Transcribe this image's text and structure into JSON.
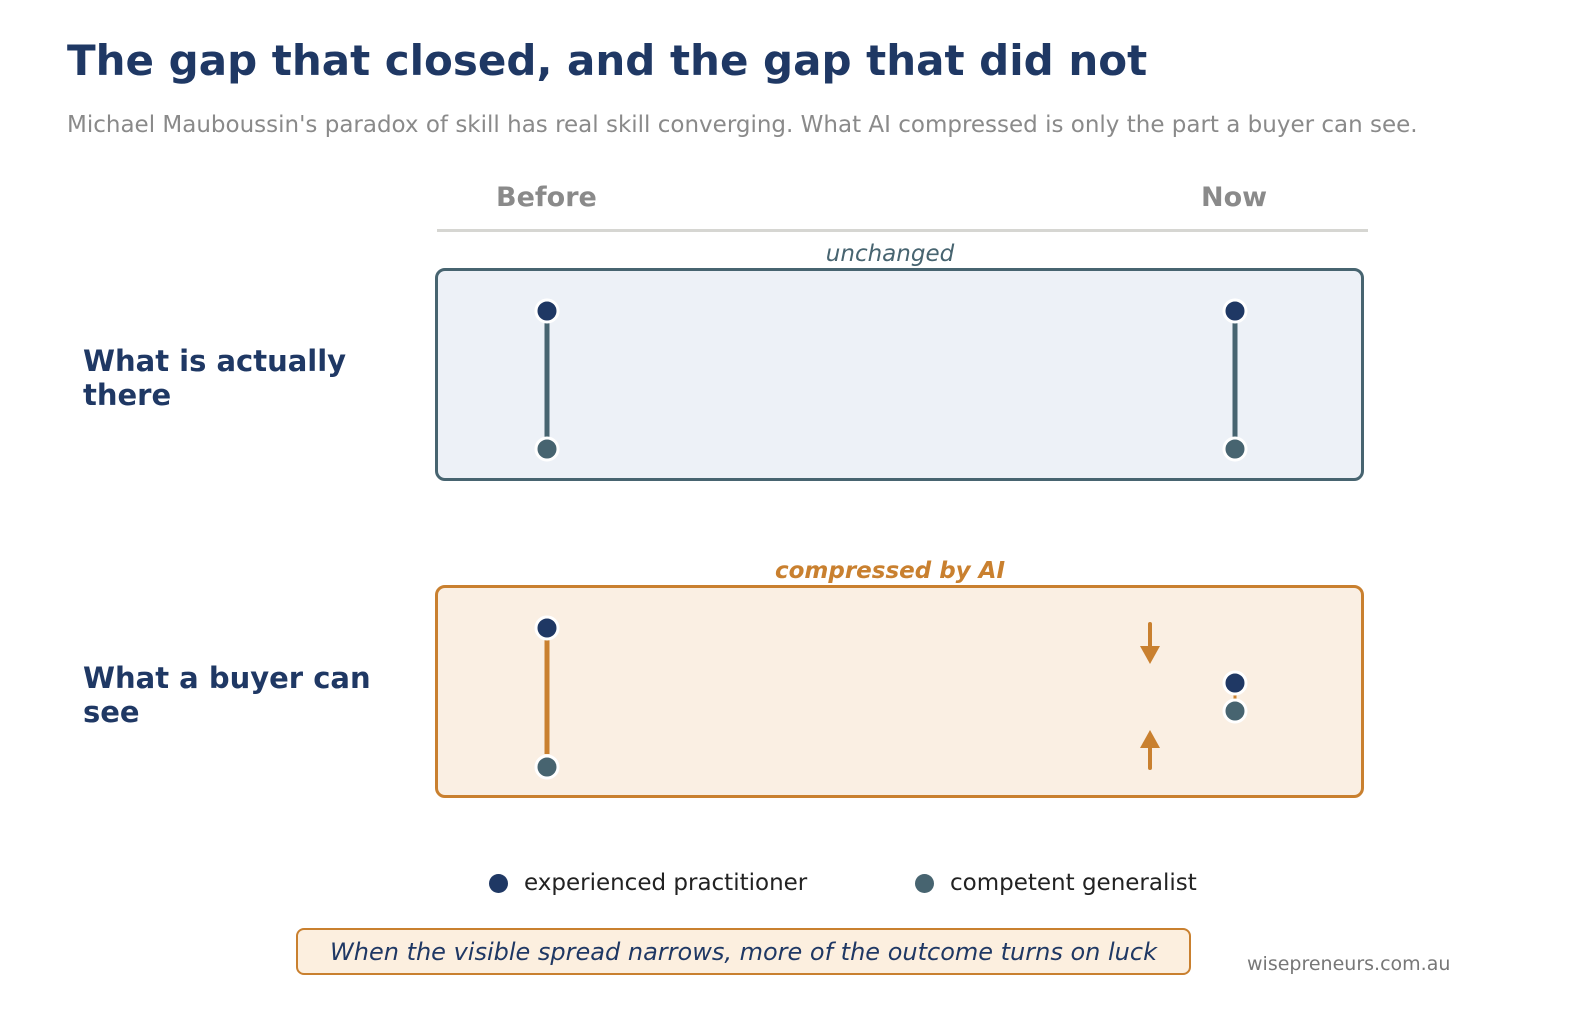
{
  "title": "The gap that closed, and the gap that did not",
  "subtitle": "Michael Mauboussin's paradox of skill has real skill converging. What AI compressed is only the part a buyer can see.",
  "columns": {
    "before": "Before",
    "now": "Now"
  },
  "rows": [
    {
      "label": "What is actually there",
      "caption": "unchanged"
    },
    {
      "label": "What a buyer can see",
      "caption": "compressed by AI"
    }
  ],
  "legend": {
    "experienced": "experienced practitioner",
    "generalist": "competent generalist"
  },
  "callout": "When the visible spread narrows, more of the outcome turns on luck",
  "credit": "wisepreneurs.com.au",
  "colors": {
    "navy": "#1f3864",
    "slate": "#476470",
    "orange": "#c9802f",
    "muted": "#8a8a8a",
    "band_top_fill": "#edf1f7",
    "band_bottom_fill": "#faefe3"
  },
  "icons": {
    "down_arrow": "arrow-down-icon",
    "up_arrow": "arrow-up-icon"
  }
}
